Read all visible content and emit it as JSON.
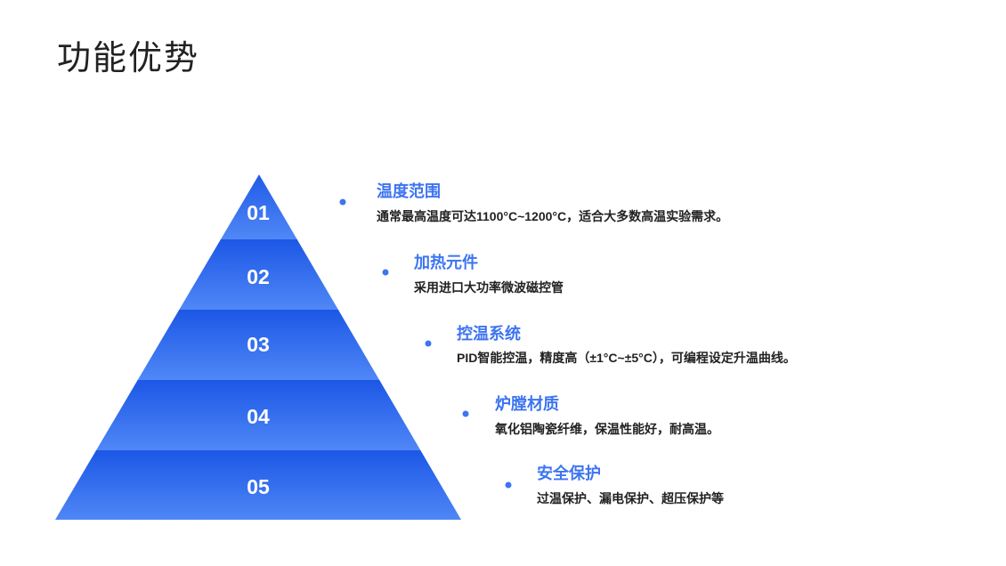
{
  "title": "功能优势",
  "accent": "#3d74f0",
  "features": [
    {
      "num": "01",
      "title": "温度范围",
      "desc": "通常最高温度可达1100°C~1200°C，适合大多数高温实验需求。"
    },
    {
      "num": "02",
      "title": "加热元件",
      "desc": "采用进口大功率微波磁控管"
    },
    {
      "num": "03",
      "title": "控温系统",
      "desc": "PID智能控温，精度高（±1°C~±5°C），可编程设定升温曲线。"
    },
    {
      "num": "04",
      "title": "炉膛材质",
      "desc": "氧化铝陶瓷纤维，保温性能好，耐高温。"
    },
    {
      "num": "05",
      "title": "安全保护",
      "desc": "过温保护、漏电保护、超压保护等"
    }
  ]
}
